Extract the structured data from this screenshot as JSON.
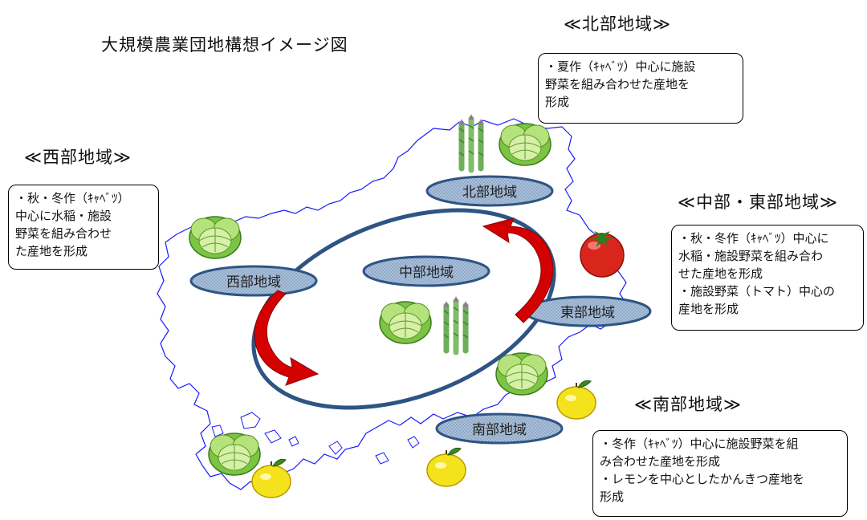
{
  "title": "大規模農業団地構想イメージ図",
  "regions": {
    "north": {
      "heading": "≪北部地域≫",
      "label": "北部地域",
      "lines": [
        "・夏作（ｷｬﾍﾞﾂ）中心に施設",
        "野菜を組み合わせた産地を",
        "形成"
      ]
    },
    "west": {
      "heading": "≪西部地域≫",
      "label": "西部地域",
      "lines": [
        "・秋・冬作（ｷｬﾍﾞﾂ）",
        "中心に水稲・施設",
        "野菜を組み合わせ",
        "た産地を形成"
      ]
    },
    "central_east": {
      "heading": "≪中部・東部地域≫",
      "lines": [
        "・秋・冬作（ｷｬﾍﾞﾂ）中心に",
        "水稲・施設野菜を組み合わ",
        "せた産地を形成",
        "・施設野菜（トマト）中心の",
        "産地を形成"
      ]
    },
    "central": {
      "label": "中部地域"
    },
    "east": {
      "label": "東部地域"
    },
    "south": {
      "heading": "≪南部地域≫",
      "label": "南部地域",
      "lines": [
        "・冬作（ｷｬﾍﾞﾂ）中心に施設野菜を組",
        "み合わせた産地を形成",
        "・レモンを中心としたかんきつ産地を",
        "形成"
      ]
    }
  },
  "colors": {
    "coastline": "#1a1aff",
    "ellipse_stroke": "#2e5484",
    "region_fill": "#a9bfd8",
    "arrow": "#d40000",
    "cabbage": "#8fd14f",
    "asparagus": "#7fb86a",
    "tomato": "#d9261c",
    "lemon": "#f5e31a"
  },
  "icons": [
    "cabbage-icon",
    "asparagus-icon",
    "tomato-icon",
    "lemon-icon",
    "curved-arrow-icon"
  ]
}
